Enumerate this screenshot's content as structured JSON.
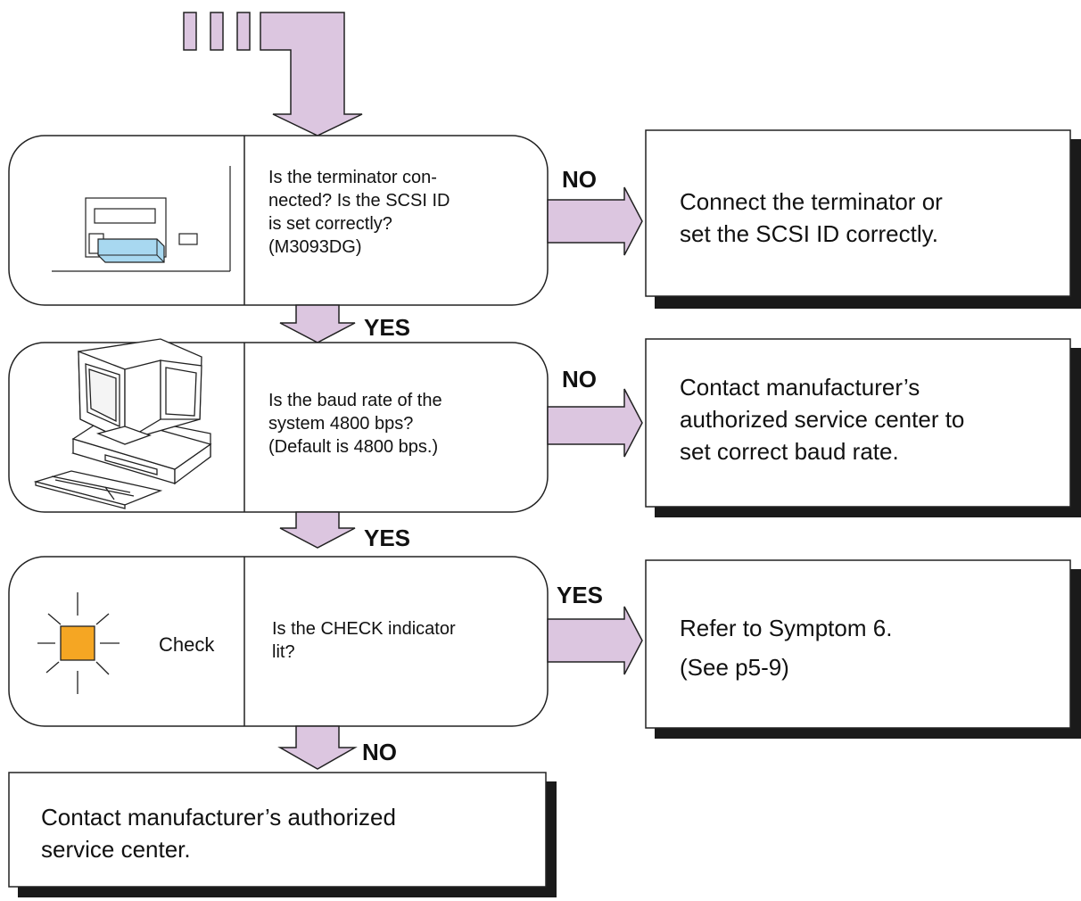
{
  "flowchart": {
    "colors": {
      "arrow_fill": "#dcc6e0",
      "stroke": "#222222",
      "shadow": "#1a1a1a",
      "indicator": "#f5a623",
      "terminator": "#a8d8f0"
    },
    "steps": [
      {
        "icon": "terminator-icon",
        "question": [
          "Is the terminator con-",
          "nected?  Is the SCSI ID",
          "is set correctly?",
          "(M3093DG)"
        ],
        "branch_label": "NO",
        "action": [
          "Connect the terminator or",
          "set the SCSI ID correctly."
        ],
        "next_label": "YES"
      },
      {
        "icon": "computer-icon",
        "question": [
          "Is the baud rate of the",
          "system 4800 bps?",
          "(Default is 4800 bps.)"
        ],
        "branch_label": "NO",
        "action": [
          "Contact manufacturer’s",
          "authorized service center to",
          "set correct baud rate."
        ],
        "next_label": "YES"
      },
      {
        "icon": "check-indicator-icon",
        "icon_label": "Check",
        "question": [
          "Is the CHECK indicator",
          "lit?"
        ],
        "branch_label": "YES",
        "action": [
          "Refer to Symptom 6.",
          "(See p5-9)"
        ],
        "next_label": "NO"
      }
    ],
    "final": {
      "action": [
        "Contact manufacturer’s authorized",
        "service center."
      ]
    }
  }
}
